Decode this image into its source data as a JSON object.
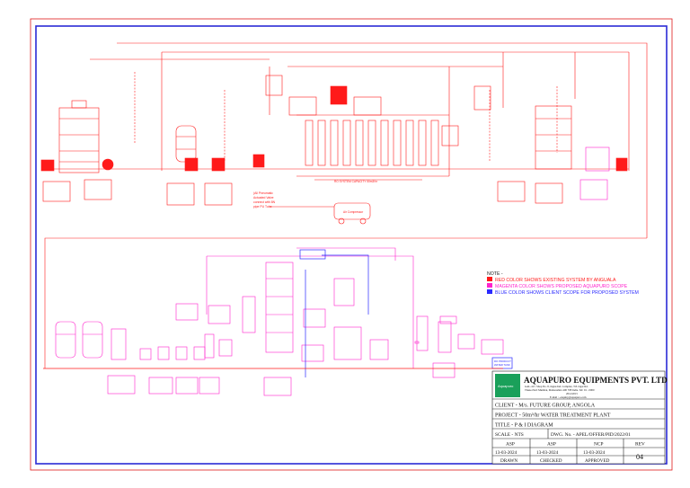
{
  "colors": {
    "existing": "#ff1a1a",
    "proposed": "#ff22cc",
    "client": "#2a2aff",
    "frame": "#2b2bd6",
    "outer_border": "#e01a1a",
    "logo_green": "#1aa05a"
  },
  "notes": {
    "heading": "NOTE -",
    "items": [
      {
        "text": "RED COLOR SHOWS EXISTING SYSTEM BY ANGUALA",
        "color": "#ff1a1a"
      },
      {
        "text": "MAGENTA COLOR SHOWS PROPOSED AQUAPURO SCOPE",
        "color": "#ff22cc"
      },
      {
        "text": "BLUE COLOR SHOWS CLIENT SCOPE FOR PROPOSED SYSTEM",
        "color": "#2a2aff"
      }
    ]
  },
  "callouts": {
    "pneumatic_note": [
      "(All Pneumatic",
      "Actuated Valve",
      "connect with 8N",
      "pipe PU Tube"
    ],
    "air_compressor": "Air Compressor",
    "ro_system": "RO SYSTEM CAPACITY 50m3/hr",
    "ro_product": [
      "RO PRODUCT",
      "WATER TANK"
    ]
  },
  "title_block": {
    "company": "AQUAPURO EQUIPMENTS PVT. LTD",
    "address_lines": [
      "GAL-417, Shop No. 8, Jugnu Ind. Complex, T.P. Jagar Rd.",
      "Thane-Navi Mumbai, Maharashtra 400 708 India. Tel: 91 - 0000",
      "2014/2015",
      "E-mail : -enquiry@aquapuro.com"
    ],
    "logo_text": "Aquapuro",
    "client": "CLIENT - M/s. FUTURE GROUP, ANGOLA",
    "project": "PROJECT - 50m³/hr WATER TREATMENT PLANT",
    "title": "TITLE -    P & I DIAGRAM",
    "scale": "SCALE - NTS",
    "dwg_no": "DWG. No. - APEL/OFFER/PID/2022/01",
    "sign_initials": [
      "ASP",
      "ASP",
      "NCP"
    ],
    "dates": [
      "13-03-2024",
      "13-03-2024",
      "13-03-2024"
    ],
    "roles": [
      "DRAWN",
      "CHECKED",
      "APPROVED"
    ],
    "rev_label": "REV",
    "rev": "04"
  }
}
